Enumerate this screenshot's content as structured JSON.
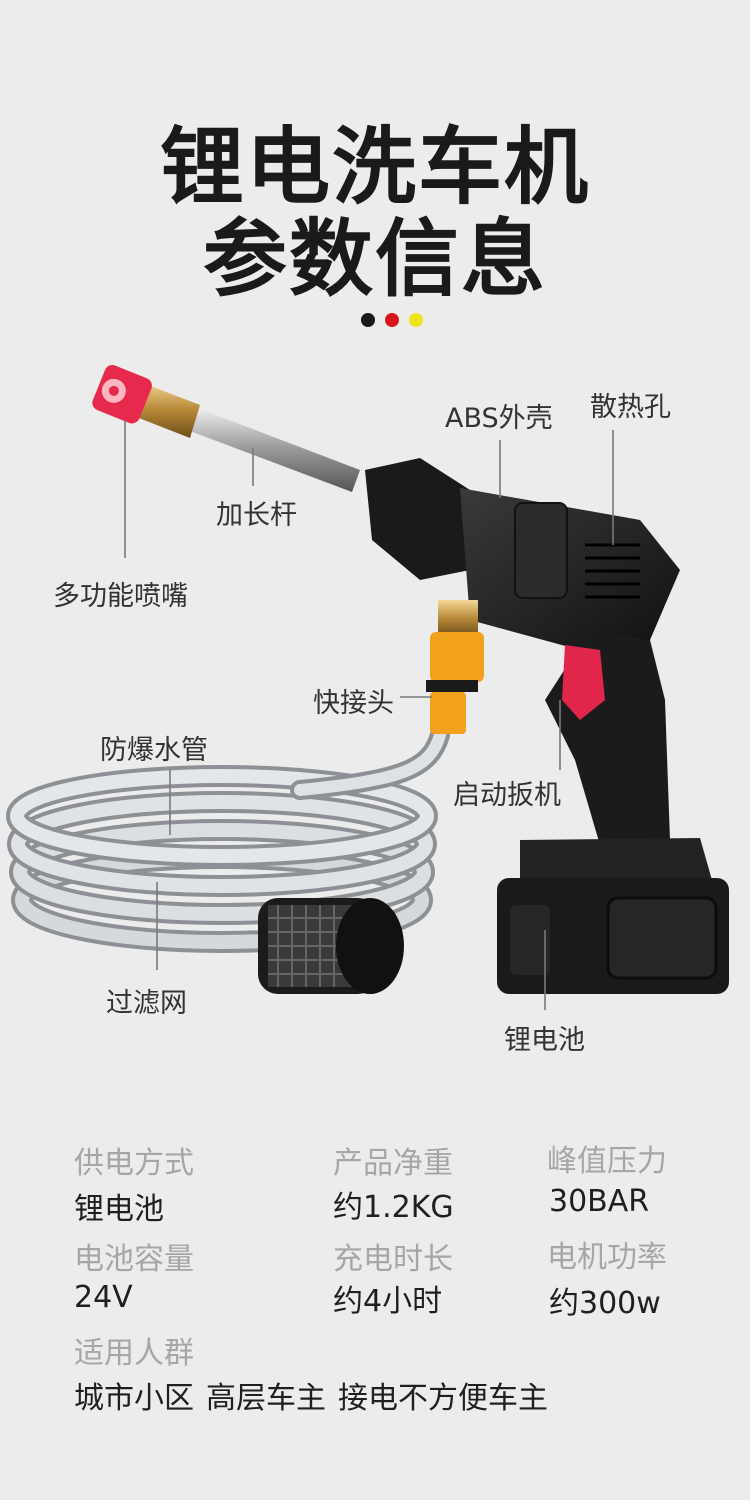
{
  "title": {
    "line1": "锂电洗车机",
    "line2": "参数信息"
  },
  "dots": [
    "#1a1a1a",
    "#d8141c",
    "#f2e21c"
  ],
  "parts": {
    "nozzle": "多功能喷嘴",
    "rod": "加长杆",
    "shell": "ABS外壳",
    "vents": "散热孔",
    "connector": "快接头",
    "hose": "防爆水管",
    "trigger": "启动扳机",
    "filter": "过滤网",
    "battery": "锂电池"
  },
  "specs": {
    "power_mode": {
      "label": "供电方式",
      "value": "锂电池"
    },
    "net_weight": {
      "label": "产品净重",
      "value": "约1.2KG"
    },
    "peak_pressure": {
      "label": "峰值压力",
      "value": "30BAR"
    },
    "battery_capacity": {
      "label": "电池容量",
      "value": "24V"
    },
    "charge_time": {
      "label": "充电时长",
      "value": "约4小时"
    },
    "motor_power": {
      "label": "电机功率",
      "value": "约300w"
    },
    "target_users": {
      "label": "适用人群",
      "values": [
        "城市小区",
        "高层车主",
        "接电不方便车主"
      ]
    }
  }
}
